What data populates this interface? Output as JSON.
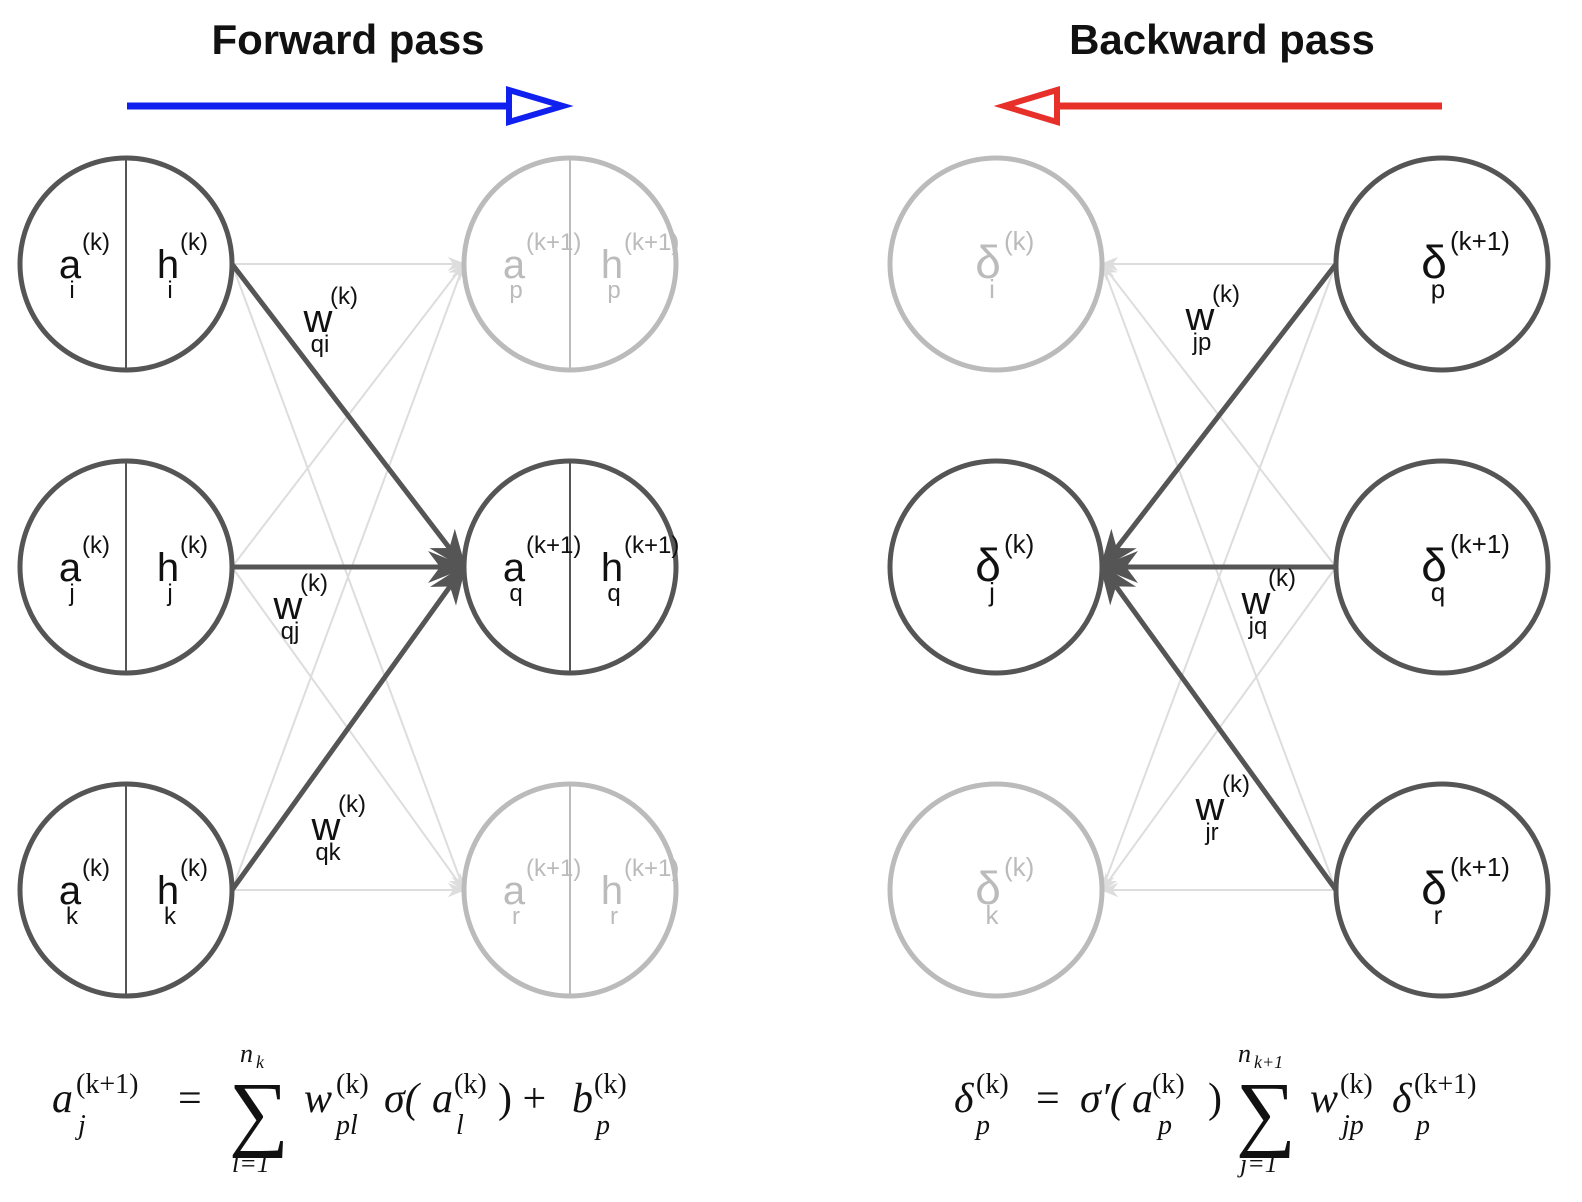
{
  "forward": {
    "title": "Forward pass",
    "arrow_color": "#1020ee",
    "source_nodes": [
      {
        "id": "i",
        "a_base": "a",
        "a_sup": "(k)",
        "a_sub": "i",
        "h_base": "h",
        "h_sup": "(k)",
        "h_sub": "i",
        "active": true
      },
      {
        "id": "j",
        "a_base": "a",
        "a_sup": "(k)",
        "a_sub": "j",
        "h_base": "h",
        "h_sup": "(k)",
        "h_sub": "j",
        "active": true
      },
      {
        "id": "k",
        "a_base": "a",
        "a_sup": "(k)",
        "a_sub": "k",
        "h_base": "h",
        "h_sup": "(k)",
        "h_sub": "k",
        "active": true
      }
    ],
    "target_nodes": [
      {
        "id": "p",
        "a_base": "a",
        "a_sup": "(k+1)",
        "a_sub": "p",
        "h_base": "h",
        "h_sup": "(k+1)",
        "h_sub": "p",
        "active": false
      },
      {
        "id": "q",
        "a_base": "a",
        "a_sup": "(k+1)",
        "a_sub": "q",
        "h_base": "h",
        "h_sup": "(k+1)",
        "h_sub": "q",
        "active": true
      },
      {
        "id": "r",
        "a_base": "a",
        "a_sup": "(k+1)",
        "a_sub": "r",
        "h_base": "h",
        "h_sup": "(k+1)",
        "h_sub": "r",
        "active": false
      }
    ],
    "weights": [
      {
        "from": "i",
        "to": "q",
        "base": "w",
        "sup": "(k)",
        "sub": "qi"
      },
      {
        "from": "j",
        "to": "q",
        "base": "w",
        "sup": "(k)",
        "sub": "qj"
      },
      {
        "from": "k",
        "to": "q",
        "base": "w",
        "sup": "(k)",
        "sub": "qk"
      }
    ],
    "equation": {
      "lhs_base": "a",
      "lhs_sup": "(k+1)",
      "lhs_sub": "j",
      "equals": "=",
      "sum_upper": "n",
      "sum_upper_sub": "k",
      "sum_lower": "l=1",
      "w_base": "w",
      "w_sup": "(k)",
      "w_sub": "pl",
      "sigma": "σ(",
      "inner_base": "a",
      "inner_sup": "(k)",
      "inner_sub": "l",
      "close_plus": ") +",
      "b_base": "b",
      "b_sup": "(k)",
      "b_sub": "p"
    }
  },
  "backward": {
    "title": "Backward pass",
    "arrow_color": "#e8302a",
    "target_nodes": [
      {
        "id": "i",
        "base": "δ",
        "sup": "(k)",
        "sub": "i",
        "active": false
      },
      {
        "id": "j",
        "base": "δ",
        "sup": "(k)",
        "sub": "j",
        "active": true
      },
      {
        "id": "k",
        "base": "δ",
        "sup": "(k)",
        "sub": "k",
        "active": false
      }
    ],
    "source_nodes": [
      {
        "id": "p",
        "base": "δ",
        "sup": "(k+1)",
        "sub": "p",
        "active": true
      },
      {
        "id": "q",
        "base": "δ",
        "sup": "(k+1)",
        "sub": "q",
        "active": true
      },
      {
        "id": "r",
        "base": "δ",
        "sup": "(k+1)",
        "sub": "r",
        "active": true
      }
    ],
    "weights": [
      {
        "from": "p",
        "to": "j",
        "base": "w",
        "sup": "(k)",
        "sub": "jp"
      },
      {
        "from": "q",
        "to": "j",
        "base": "w",
        "sup": "(k)",
        "sub": "jq"
      },
      {
        "from": "r",
        "to": "j",
        "base": "w",
        "sup": "(k)",
        "sub": "jr"
      }
    ],
    "equation": {
      "lhs_base": "δ",
      "lhs_sup": "(k)",
      "lhs_sub": "p",
      "equals": "=",
      "sigma_prime": "σ′(",
      "inner_base": "a",
      "inner_sup": "(k)",
      "inner_sub": "p",
      "close": ")",
      "sum_upper": "n",
      "sum_upper_sub": "k+1",
      "sum_lower": "j=1",
      "w_base": "w",
      "w_sup": "(k)",
      "w_sub": "jp",
      "d_base": "δ",
      "d_sup": "(k+1)",
      "d_sub": "p"
    }
  },
  "colors": {
    "active": "#555555",
    "inactive": "#bbbbbb",
    "faint_edge": "#dddddd",
    "text": "#111111"
  }
}
